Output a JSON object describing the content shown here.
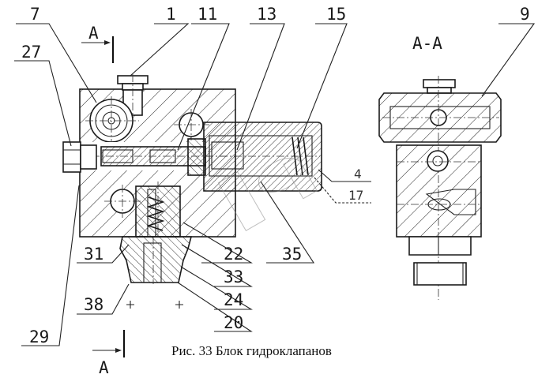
{
  "figure": {
    "caption": "Рис. 33 Блок гидроклапанов",
    "section_view_title": "A-A",
    "section_marker_top": "A",
    "section_marker_bottom": "A"
  },
  "callouts": {
    "c7": "7",
    "c1": "1",
    "c11": "11",
    "c13": "13",
    "c15": "15",
    "c27": "27",
    "c9": "9",
    "c4": "4",
    "c17": "17",
    "c31": "31",
    "c22": "22",
    "c35": "35",
    "c33": "33",
    "c38": "38",
    "c24": "24",
    "c29": "29",
    "c20": "20"
  },
  "colors": {
    "ink": "#1a1a1a",
    "paper": "#ffffff",
    "watermark": "#8a8a8a"
  }
}
